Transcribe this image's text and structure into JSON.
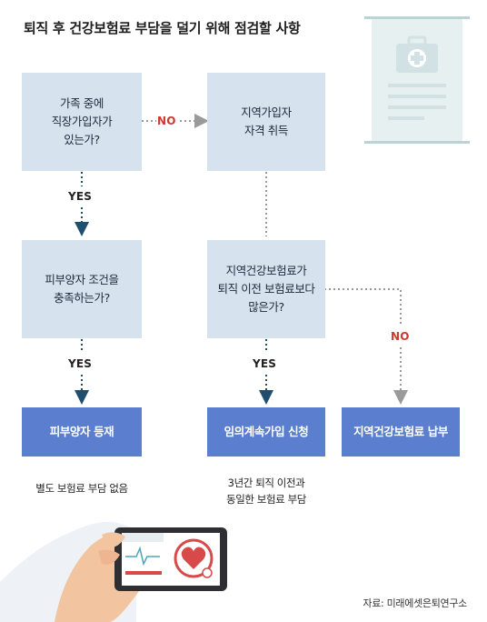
{
  "title": "퇴직 후 건강보험료 부담을 덜기 위해 점검할 사항",
  "nodes": {
    "family_question": "가족 중에\n직장가입자가\n있는가?",
    "regional_status": "지역가입자\n자격 취득",
    "dependent_question": "피부양자 조건을\n충족하는가?",
    "premium_question": "지역건강보험료가\n퇴직 이전 보험료보다\n많은가?",
    "dependent_register": "피부양자 등재",
    "voluntary_continuation": "임의계속가입 신청",
    "pay_regional": "지역건강보험료 납부"
  },
  "edges": {
    "no_1": "NO",
    "yes_1": "YES",
    "yes_2": "YES",
    "yes_3": "YES",
    "no_2": "NO"
  },
  "notes": {
    "no_extra_premium": "별도 보험료 부담 없음",
    "same_premium": "3년간 퇴직 이전과\n동일한 보험료 부담"
  },
  "source": "자료: 미래에셋은퇴연구소",
  "colors": {
    "light_box": "#d7e2ef",
    "solid_box": "#5b7fce",
    "arrow_dark": "#1f4e6e",
    "arrow_gray": "#9a9a9a",
    "no_red": "#d0372f"
  }
}
